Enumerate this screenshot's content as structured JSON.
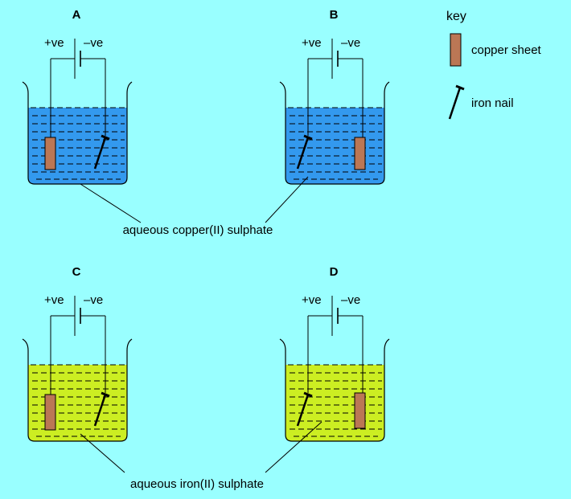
{
  "panels": [
    {
      "letter": "A",
      "plus": "+ve",
      "minus": "–ve",
      "solution": "copper-sulphate",
      "left_electrode": "copper-sheet",
      "right_electrode": "iron-nail"
    },
    {
      "letter": "B",
      "plus": "+ve",
      "minus": "–ve",
      "solution": "copper-sulphate",
      "left_electrode": "iron-nail",
      "right_electrode": "copper-sheet"
    },
    {
      "letter": "C",
      "plus": "+ve",
      "minus": "–ve",
      "solution": "iron-sulphate",
      "left_electrode": "copper-sheet",
      "right_electrode": "iron-nail"
    },
    {
      "letter": "D",
      "plus": "+ve",
      "minus": "–ve",
      "solution": "iron-sulphate",
      "left_electrode": "iron-nail",
      "right_electrode": "copper-sheet"
    }
  ],
  "key": {
    "title": "key",
    "copper_sheet": "copper sheet",
    "iron_nail": "iron nail"
  },
  "captions": {
    "copper": "aqueous copper(II) sulphate",
    "iron": "aqueous iron(II) sulphate"
  },
  "colors": {
    "background": "#99ffff",
    "copper_sulphate": "#3399ee",
    "iron_sulphate": "#ccee22",
    "copper_sheet": "#bb7755"
  }
}
